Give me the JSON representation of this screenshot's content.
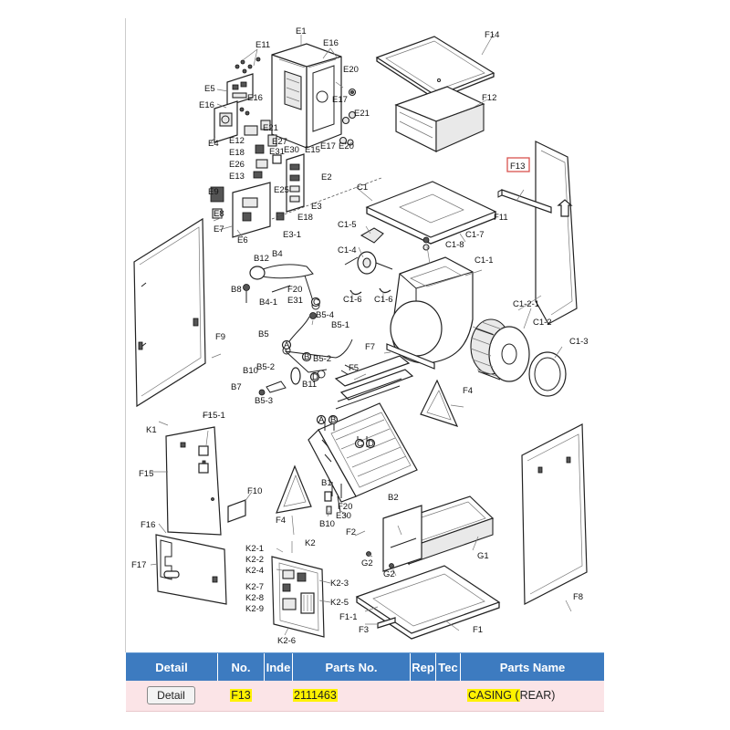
{
  "diagram": {
    "labels": {
      "E1": "E1",
      "E5": "E5",
      "E4": "E4",
      "E2": "E2",
      "E3": "E3",
      "E6": "E6",
      "E7": "E7",
      "E8": "E8",
      "E9": "E9",
      "E11": "E11",
      "E12": "E12",
      "E13": "E13",
      "E15": "E15",
      "E16a": "E16",
      "E16b": "E16",
      "E16c": "E16",
      "E17a": "E17",
      "E17b": "E17",
      "E18a": "E18",
      "E18b": "E18",
      "E20a": "E20",
      "E20b": "E20",
      "E21a": "E21",
      "E21b": "E21",
      "E25": "E25",
      "E26": "E26",
      "E27": "E27",
      "E30": "E30",
      "E31": "E31",
      "E31b": "E31",
      "E3_1": "E3-1",
      "F14": "F14",
      "F12": "F12",
      "F13": "F13",
      "F11": "F11",
      "F9": "F9",
      "F7": "F7",
      "F5": "F5",
      "F4a": "F4",
      "F4b": "F4",
      "F15_1": "F15-1",
      "F15": "F15",
      "F10": "F10",
      "F16": "F16",
      "F17": "F17",
      "F2": "F2",
      "F1_1": "F1-1",
      "F3": "F3",
      "F1": "F1",
      "F8": "F8",
      "F20a": "F20",
      "F20b": "F20",
      "C1": "C1",
      "C1_5": "C1-5",
      "C1_4": "C1-4",
      "C1_6a": "C1-6",
      "C1_6b": "C1-6",
      "C1_7": "C1-7",
      "C1_8": "C1-8",
      "C1_1": "C1-1",
      "C1_2_1": "C1-2-1",
      "C1_2": "C1-2",
      "C1_3": "C1-3",
      "B12": "B12",
      "B4": "B4",
      "B8": "B8",
      "B4_1": "B4-1",
      "B5": "B5",
      "B5_4": "B5-4",
      "B5_1": "B5-1",
      "B5_2a": "B5-2",
      "B5_2b": "B5-2",
      "B10a": "B10",
      "B10b": "B10",
      "B7": "B7",
      "B5_3": "B5-3",
      "B11": "B11",
      "B1": "B1",
      "B2": "B2",
      "K1": "K1",
      "K2": "K2",
      "K2_1": "K2-1",
      "K2_2": "K2-2",
      "K2_4": "K2-4",
      "K2_3": "K2-3",
      "K2_7": "K2-7",
      "K2_8": "K2-8",
      "K2_9": "K2-9",
      "K2_5": "K2-5",
      "K2_6": "K2-6",
      "G1": "G1",
      "G2a": "G2",
      "G2b": "G2",
      "pA1": "A",
      "pB1": "B",
      "pC1": "C",
      "pA2": "A",
      "pD2": "D",
      "pA3": "A",
      "pB3": "B",
      "pC3": "C",
      "pD3": "D"
    }
  },
  "table": {
    "headers": [
      "Detail",
      "No.",
      "Inde",
      "Parts No.",
      "Rep",
      "Tec",
      "Parts Name"
    ],
    "row": {
      "detail_button": "Detail",
      "no": "F13",
      "parts_no": "2111463",
      "name_highlighted": "CASING (",
      "name_rest": "REAR)"
    },
    "colors": {
      "header_bg": "#3d7bc0",
      "row_bg": "#fbe4e7",
      "highlight": "#fff200",
      "selection_box": "#d9534f"
    }
  }
}
